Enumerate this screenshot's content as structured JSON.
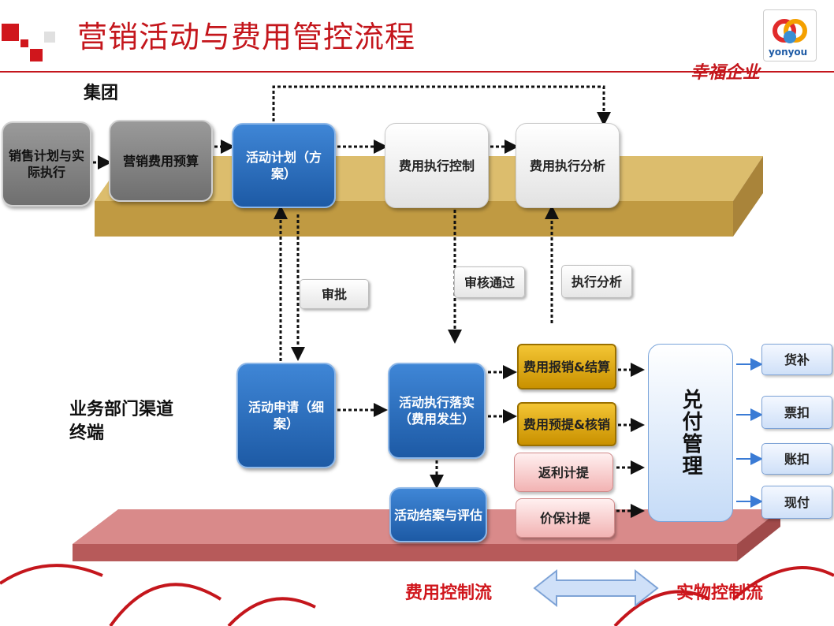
{
  "header": {
    "title": "营销活动与费用管控流程",
    "logo_text": "yonyou",
    "watermark_text": "幸福企业"
  },
  "sections": {
    "group": "集团",
    "business": "业务部门渠道终端"
  },
  "group_boxes": {
    "sales_plan": "销售计划与实际执行",
    "marketing_budget": "营销费用预算",
    "activity_plan": "活动计划（方案）",
    "expense_control": "费用执行控制",
    "expense_analysis": "费用执行分析"
  },
  "connector_labels": {
    "approval": "审批",
    "audit_passed": "审核通过",
    "exec_analysis": "执行分析"
  },
  "business_boxes": {
    "activity_apply": "活动申请（细案）",
    "activity_execute": "活动执行落实（费用发生）",
    "activity_close": "活动结案与评估",
    "reimburse": "费用报销&结算",
    "accrual": "费用预提&核销",
    "rebate": "返利计提",
    "price_protect": "价保计提"
  },
  "payment": {
    "label": "兑付管理",
    "outputs": [
      "货补",
      "票扣",
      "账扣",
      "现付"
    ]
  },
  "legend": {
    "left": "费用控制流",
    "right": "实物控制流"
  },
  "colors": {
    "title_red": "#c4161c",
    "flow_red": "#d0161c",
    "blue": "#2a6cbf",
    "gold": "#e0a90f",
    "pink": "#f6c8c8",
    "band_gold": "#c8a65a",
    "band_red": "#c96a6a"
  }
}
